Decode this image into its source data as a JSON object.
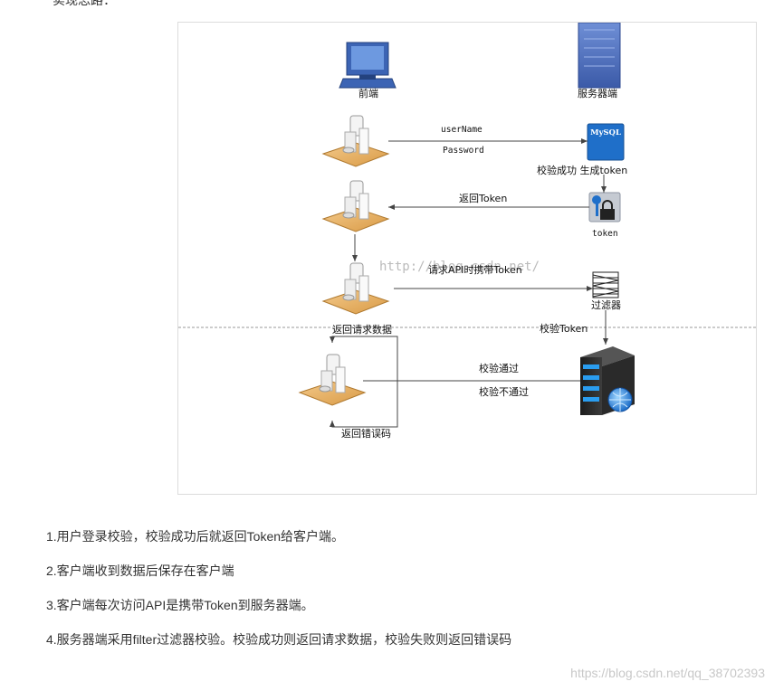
{
  "header": {
    "cut_text": "实现思路："
  },
  "diagram": {
    "frontend_label": "前端",
    "server_label": "服务器端",
    "username_label": "userName",
    "password_label": "Password",
    "verify_success_label": "校验成功 生成token",
    "return_token_label": "返回Token",
    "token_label": "token",
    "request_with_token_label": "请求API时携带Token",
    "filter_label": "过滤器",
    "verify_token_label": "校验Token",
    "return_data_label": "返回请求数据",
    "pass_label": "校验通过",
    "fail_label": "校验不通过",
    "return_error_label": "返回错误码",
    "mysql_label": "MySQL",
    "watermark": "http://blog.csdn.net/"
  },
  "steps": [
    "1.用户登录校验，校验成功后就返回Token给客户端。",
    "2.客户端收到数据后保存在客户端",
    "3.客户端每次访问API是携带Token到服务器端。",
    "4.服务器端采用filter过滤器校验。校验成功则返回请求数据，校验失败则返回错误码"
  ],
  "footer": {
    "watermark": "https://blog.csdn.net/qq_38702393"
  }
}
